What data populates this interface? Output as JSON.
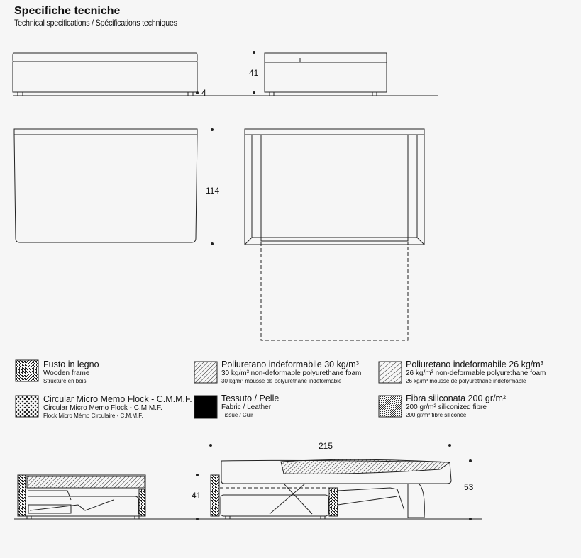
{
  "header": {
    "title": "Specifiche tecniche",
    "subtitle": "Technical specifications / Spécifications techniques"
  },
  "dimensions": {
    "foot_height": "4",
    "seat_height_top": "41",
    "depth": "114",
    "length_open": "215",
    "seat_height_bottom": "41",
    "height_open": "53"
  },
  "legend": [
    {
      "it": "Fusto in legno",
      "en": "Wooden frame",
      "fr": "Structure en bois",
      "pattern": "wood-noise"
    },
    {
      "it": "Poliuretano indeformabile 30 kg/m³",
      "en": "30 kg/m³ non-deformable polyurethane foam",
      "fr": "30 kg/m³ mousse de polyuréthane indéformable",
      "pattern": "hatch-dense"
    },
    {
      "it": "Poliuretano indeformabile 26 kg/m³",
      "en": "26 kg/m³ non-deformable polyurethane foam",
      "fr": "26 kg/m³ mousse de polyuréthane indéformable",
      "pattern": "hatch-wide"
    },
    {
      "it": "Circular Micro Memo Flock - C.M.M.F.",
      "en": "Circular Micro Memo Flock - C.M.M.F.",
      "fr": "Flock Micro Mémo Circulaire - C.M.M.F.",
      "pattern": "dots"
    },
    {
      "it": "Tessuto / Pelle",
      "en": "Fabric / Leather",
      "fr": "Tissue / Cuir",
      "pattern": "solid-black"
    },
    {
      "it": "Fibra siliconata 200 gr/m²",
      "en": "200 gr/m² siliconized fibre",
      "fr": "200 gr/m² fibre siliconée",
      "pattern": "fine-noise"
    }
  ]
}
